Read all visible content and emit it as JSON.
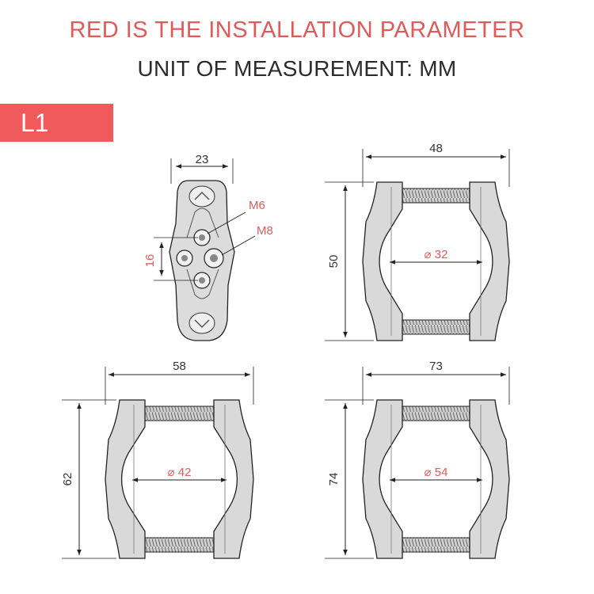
{
  "header": {
    "title": "RED IS THE INSTALLATION PARAMETER",
    "unit": "UNIT OF MEASUREMENT: MM"
  },
  "badge": {
    "label": "L1",
    "color": "#f05a5a"
  },
  "colors": {
    "accent_red": "#e05a5a",
    "line": "#222222",
    "part_fill": "#d9d9d9"
  },
  "plate": {
    "width_label": "23",
    "spacing_label": "16",
    "hole_small_label": "M6",
    "hole_large_label": "M8"
  },
  "clamps": [
    {
      "width_label": "48",
      "height_label": "50",
      "diameter_label": "32"
    },
    {
      "width_label": "58",
      "height_label": "62",
      "diameter_label": "42"
    },
    {
      "width_label": "73",
      "height_label": "74",
      "diameter_label": "54"
    }
  ],
  "diameter_symbol": "⌀"
}
